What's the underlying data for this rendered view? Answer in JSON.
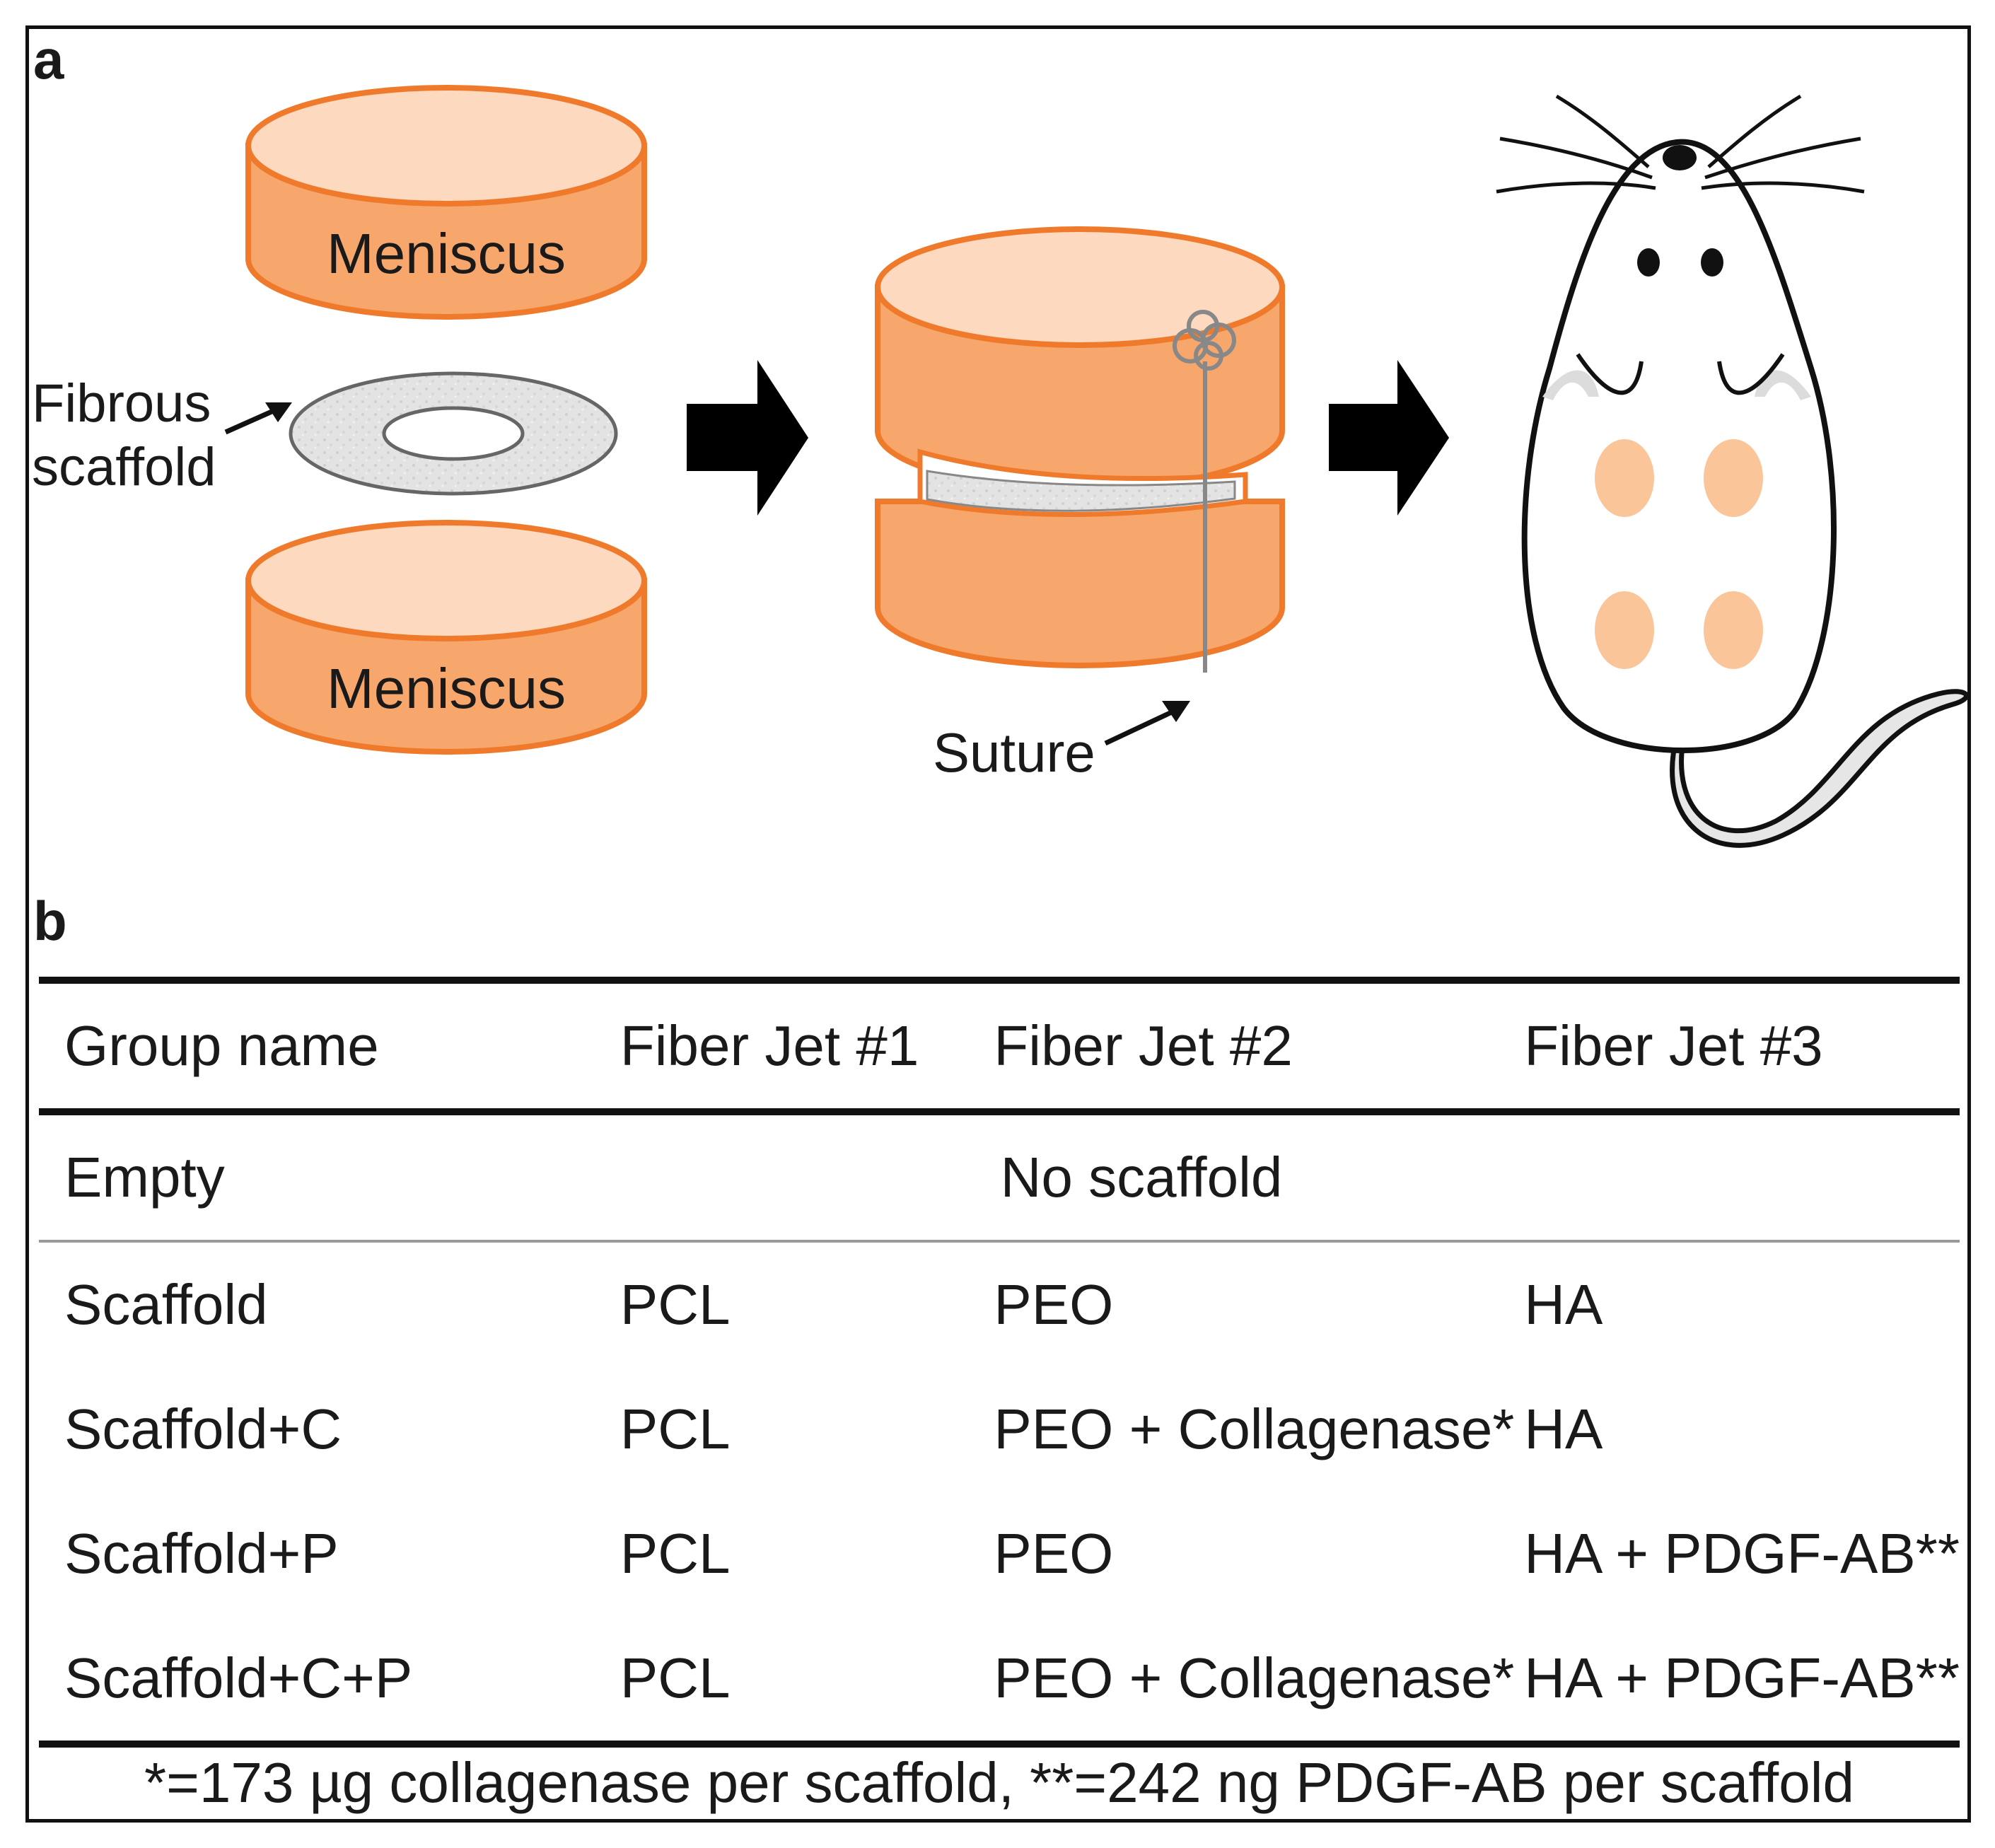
{
  "panel_a": {
    "letter": "a",
    "labels": {
      "meniscus_top": "Meniscus",
      "meniscus_bottom": "Meniscus",
      "fibrous_line1": "Fibrous",
      "fibrous_line2": "scaffold",
      "suture": "Suture"
    }
  },
  "panel_b": {
    "letter": "b",
    "headers": [
      "Group name",
      "Fiber Jet #1",
      "Fiber Jet #2",
      "Fiber Jet #3"
    ],
    "empty_row": {
      "group": "Empty",
      "note": "No scaffold"
    },
    "rows": [
      {
        "group": "Scaffold",
        "jet1": "PCL",
        "jet2": "PEO",
        "jet3": "HA"
      },
      {
        "group": "Scaffold+C",
        "jet1": "PCL",
        "jet2": "PEO + Collagenase*",
        "jet3": "HA"
      },
      {
        "group": "Scaffold+P",
        "jet1": "PCL",
        "jet2": "PEO",
        "jet3": "HA + PDGF-AB**"
      },
      {
        "group": "Scaffold+C+P",
        "jet1": "PCL",
        "jet2": "PEO + Collagenase*",
        "jet3": "HA + PDGF-AB**"
      }
    ],
    "footnote": "*=173 µg collagenase per scaffold, **=242 ng PDGF-AB per scaffold"
  },
  "colors": {
    "meniscus_fill": "#f7a76c",
    "meniscus_top_fill": "#fcd9bf",
    "meniscus_stroke": "#ef7a2c",
    "scaffold_fill": "#e3e3e3",
    "mouse_spot": "#fbc59a",
    "outline": "#111111"
  }
}
